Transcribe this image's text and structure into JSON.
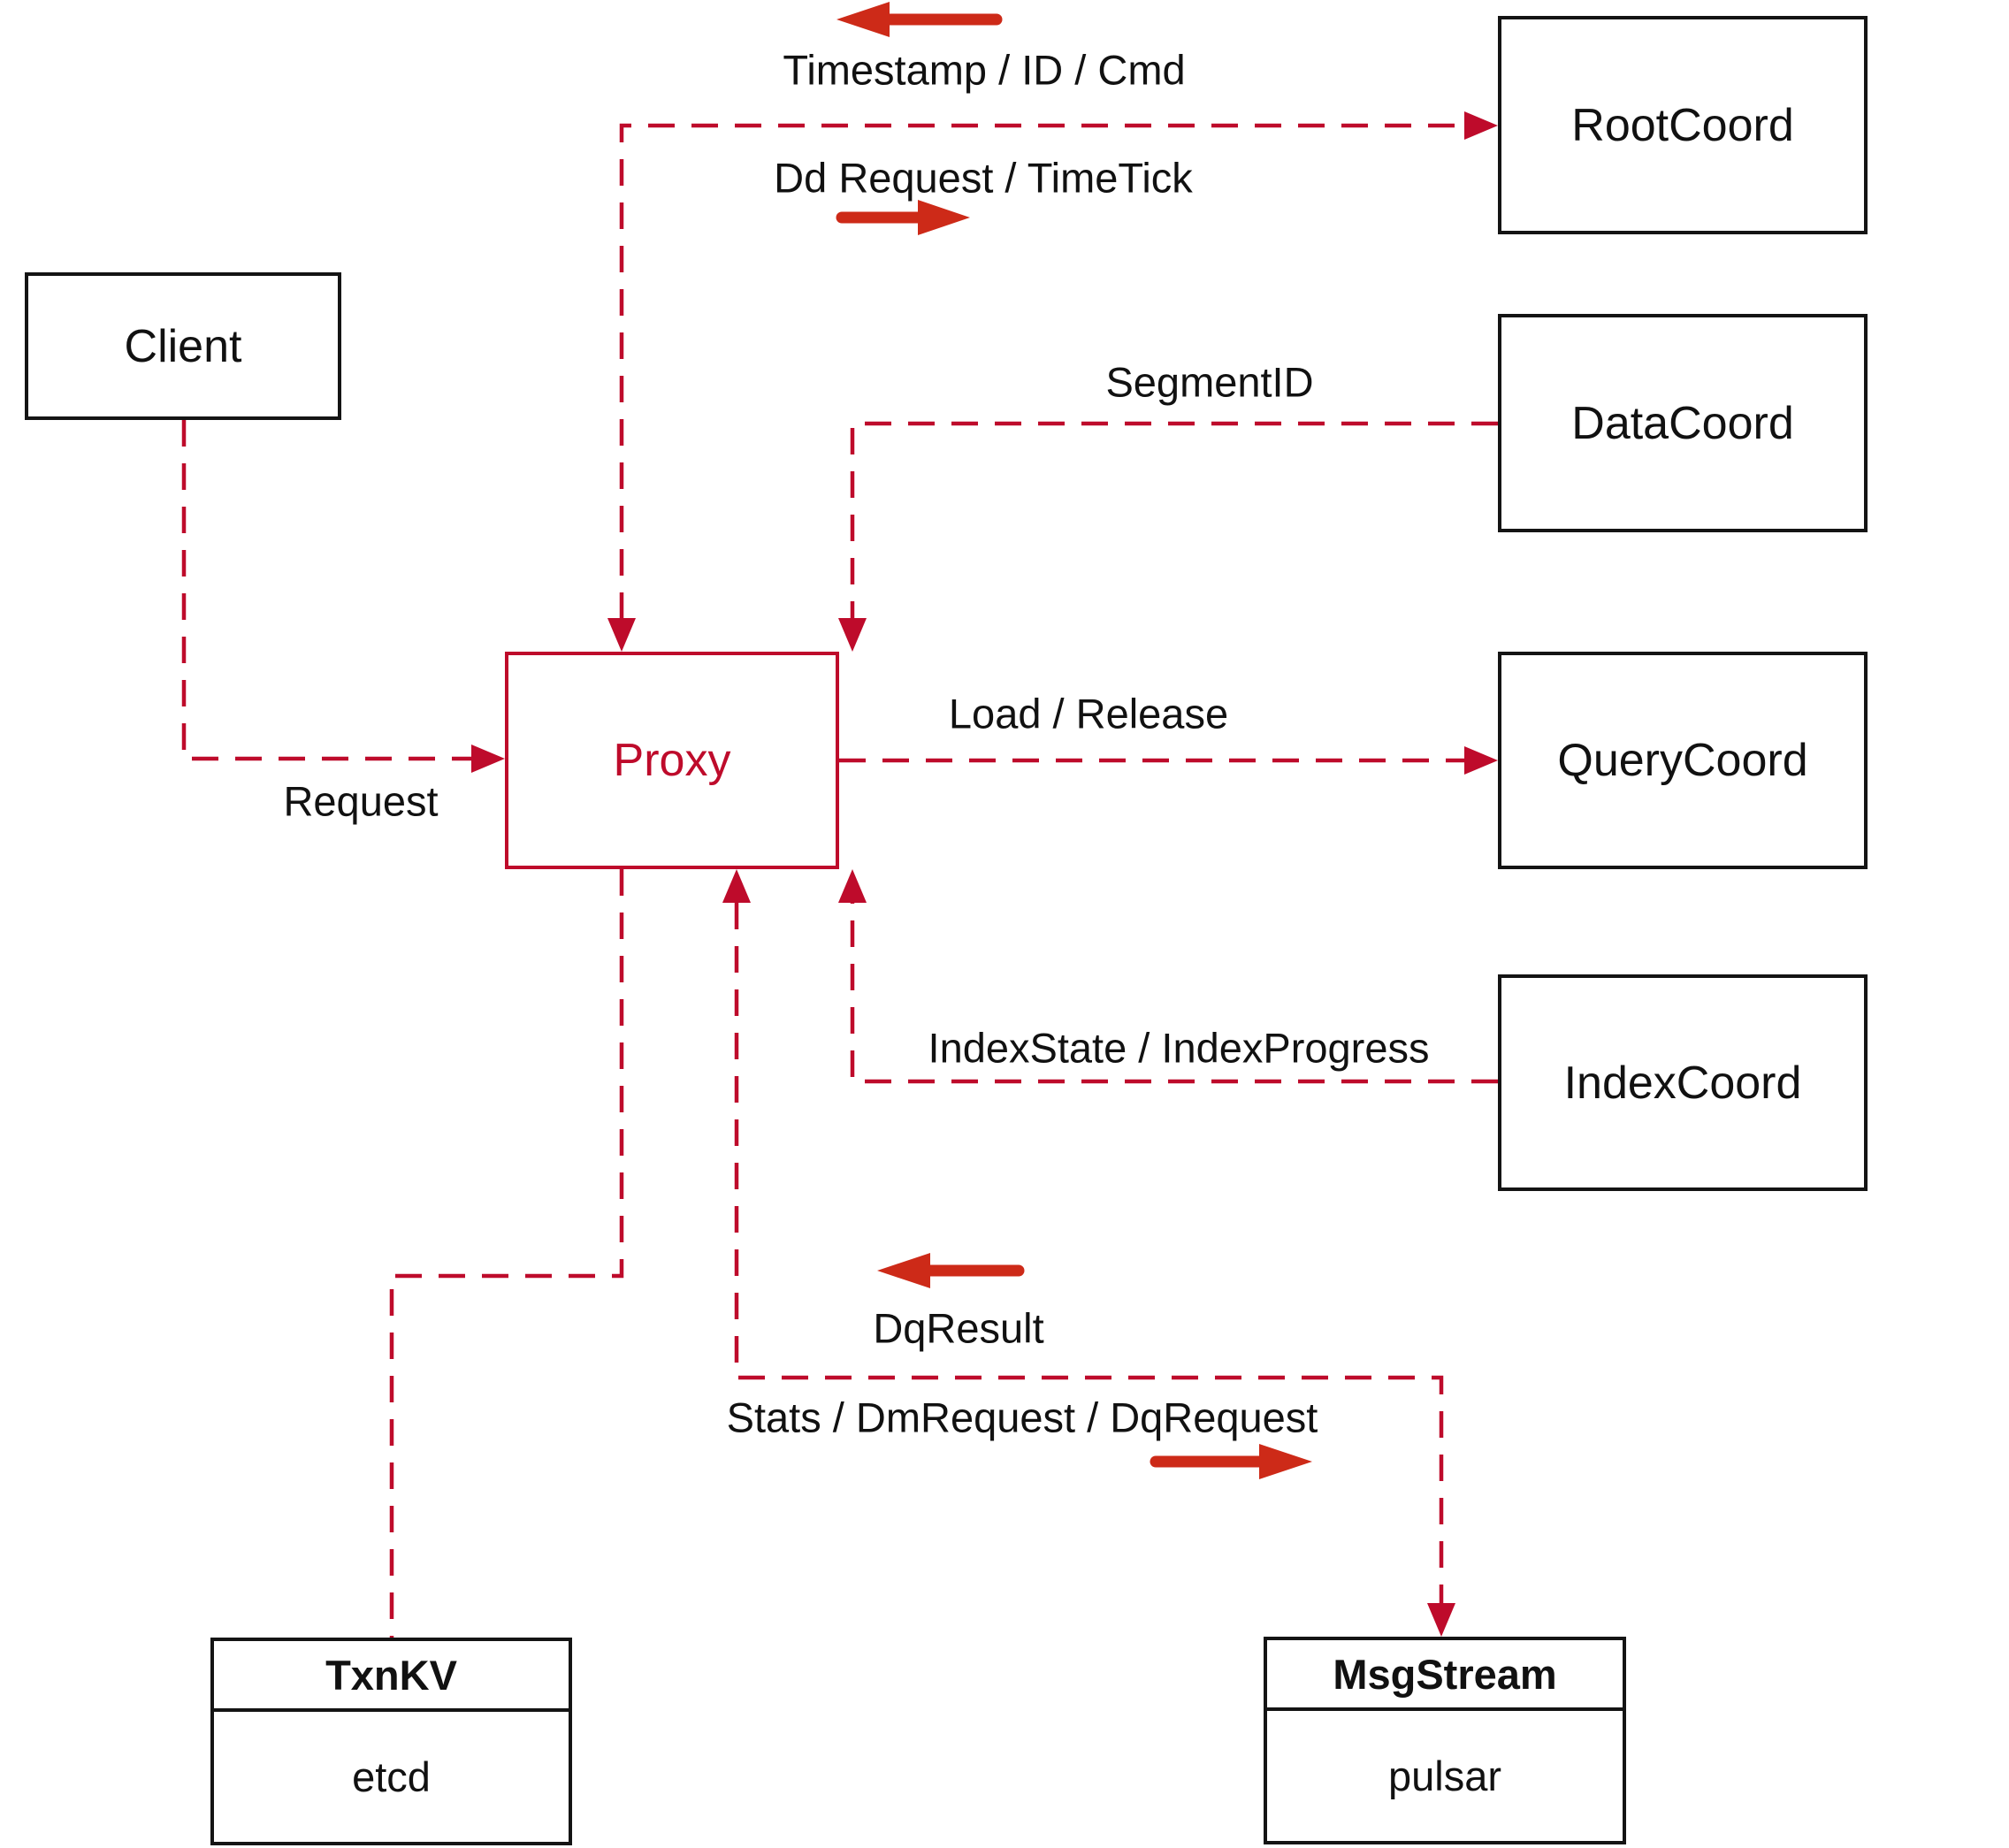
{
  "colors": {
    "line-red": "#be0b2b",
    "arrow-red": "#cd2a18",
    "box-border": "#141414",
    "text": "#111111",
    "bg": "#ffffff"
  },
  "nodes": {
    "client": {
      "label": "Client"
    },
    "root_coord": {
      "label": "RootCoord"
    },
    "data_coord": {
      "label": "DataCoord"
    },
    "query_coord": {
      "label": "QueryCoord"
    },
    "index_coord": {
      "label": "IndexCoord"
    },
    "proxy": {
      "label": "Proxy"
    },
    "txn_kv": {
      "title": "TxnKV",
      "subtitle": "etcd"
    },
    "msg_stream": {
      "title": "MsgStream",
      "subtitle": "pulsar"
    }
  },
  "edges": {
    "timestamp": "Timestamp / ID / Cmd",
    "dd_request": "Dd Request / TimeTick",
    "segment_id": "SegmentID",
    "load_release": "Load / Release",
    "request": "Request",
    "index_state": "IndexState / IndexProgress",
    "dq_result": "DqResult",
    "stats": "Stats / DmRequest / DqRequest"
  }
}
